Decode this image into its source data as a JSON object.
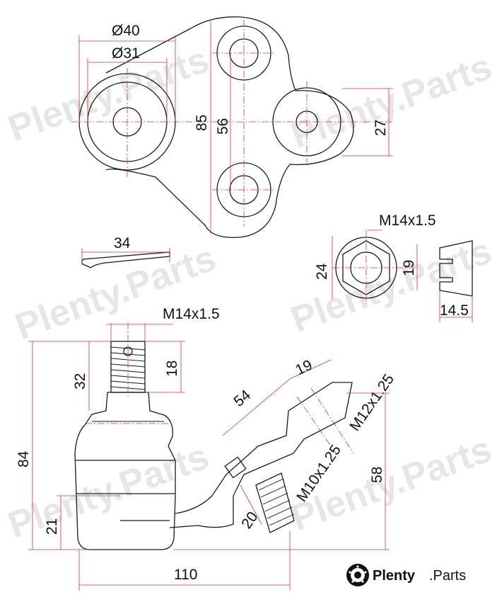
{
  "dimensions": {
    "d40": "Ø40",
    "d31": "Ø31",
    "h85": "85",
    "h56": "56",
    "h27": "27",
    "pin34": "34",
    "nut_thread": "M14x1.5",
    "nut_24": "24",
    "nut_19": "19",
    "nut_14_5": "14.5",
    "stud_thread": "M14x1.5",
    "stud_32": "32",
    "stud_18": "18",
    "h84": "84",
    "h21": "21",
    "w110": "110",
    "arm_54": "54",
    "arm_19": "19",
    "arm_m12": "M12x1.25",
    "arm_m10": "M10x1.25",
    "arm_20": "20",
    "arm_58": "58"
  },
  "brand": {
    "name": "Plenty",
    "suffix": ".Parts",
    "watermark": "Plenty.Parts"
  },
  "colors": {
    "line": "#1a1a1a",
    "dimension": "#d8323a",
    "watermark": "#b8b8b8"
  },
  "icons": {
    "logo": "brake-disc-icon"
  }
}
